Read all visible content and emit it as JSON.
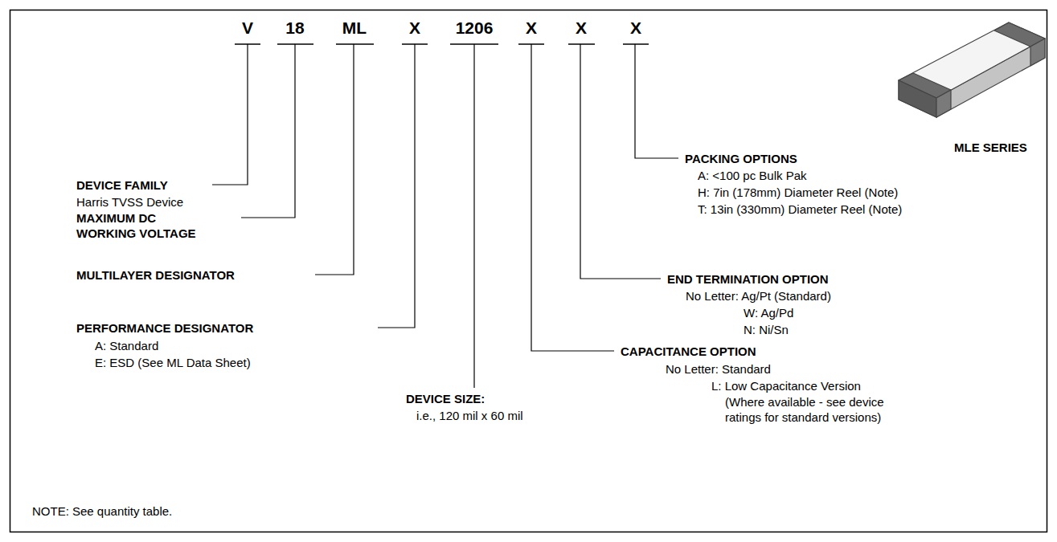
{
  "diagram": {
    "labels": [
      "V",
      "18",
      "ML",
      "X",
      "1206",
      "X",
      "X",
      "X",
      "DEVICE FAMILY",
      "Harris TVSS Device",
      "MAXIMUM DC WORKING VOLTAGE",
      "MULTILAYER DESIGNATOR",
      "PERFORMANCE DESIGNATOR",
      "A: Standard",
      "E: ESD (See ML Data Sheet)",
      "DEVICE SIZE:",
      "i.e., 120 mil x 60 mil",
      "CAPACITANCE OPTION",
      "No Letter: Standard",
      "L: Low Capacitance Version",
      "(Where available - see device ratings for standard versions)",
      "END TERMINATION OPTION",
      "No Letter: Ag/Pt (Standard)",
      "W: Ag/Pd",
      "N: Ni/Sn",
      "PACKING OPTIONS",
      "A: <100 pc Bulk Pak",
      "H: 7in (178mm) Diameter Reel (Note)",
      "T: 13in (330mm) Diameter Reel (Note)",
      "MLE SERIES",
      "NOTE: See quantity table."
    ]
  }
}
